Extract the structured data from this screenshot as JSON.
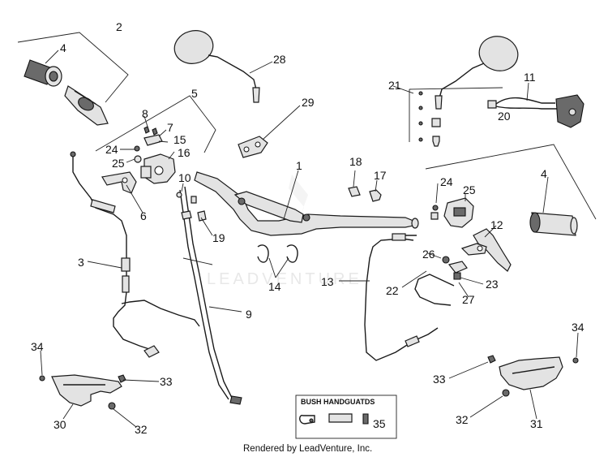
{
  "watermark": "LEADVENTURE",
  "footer": "Rendered by LeadVenture, Inc.",
  "inset_box_title": "BUSH HANDGUATDS",
  "callouts": {
    "n1": "1",
    "n2": "2",
    "n3": "3",
    "n4a": "4",
    "n4b": "4",
    "n5": "5",
    "n6": "6",
    "n7": "7",
    "n8": "8",
    "n9": "9",
    "n10": "10",
    "n11": "11",
    "n12": "12",
    "n13": "13",
    "n14": "14",
    "n15": "15",
    "n16": "16",
    "n17": "17",
    "n18": "18",
    "n19": "19",
    "n20": "20",
    "n21": "21",
    "n22": "22",
    "n23": "23",
    "n24a": "24",
    "n24b": "24",
    "n25a": "25",
    "n25b": "25",
    "n26": "26",
    "n27": "27",
    "n28": "28",
    "n29": "29",
    "n30": "30",
    "n31": "31",
    "n32a": "32",
    "n32b": "32",
    "n33a": "33",
    "n33b": "33",
    "n34a": "34",
    "n34b": "34",
    "n35": "35"
  }
}
